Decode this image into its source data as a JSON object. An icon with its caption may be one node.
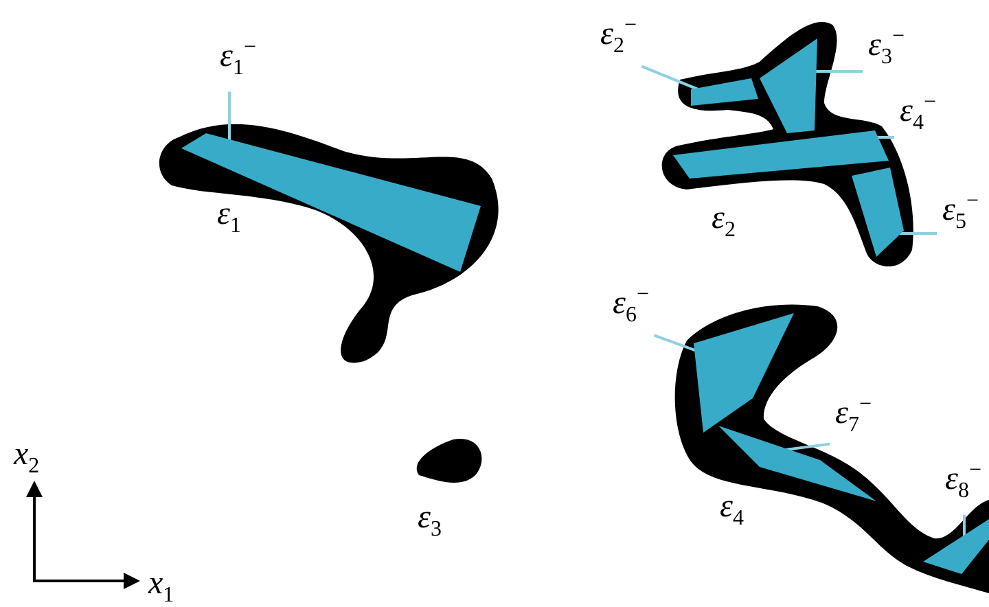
{
  "diagram": {
    "nodes": [
      {
        "text": [
          "ε$_{1}$$^{−}$"
        ]
      },
      {
        "text": [],
        "shape": "polygon"
      },
      {
        "text": [
          "ε$_{2}$$^{−}$"
        ]
      },
      {
        "text": [],
        "shape": "polygon"
      },
      {
        "text": [
          "ε$_{3}$$^{−}$"
        ]
      },
      {
        "text": [],
        "shape": "polygon"
      },
      {
        "text": [
          "ε$_{4}$$^{−}$"
        ]
      },
      {
        "text": [],
        "shape": "polygon"
      },
      {
        "text": [
          "ε$_{5}$$^{−}$"
        ]
      },
      {
        "text": [],
        "shape": "polygon"
      },
      {
        "text": [
          "ε$_{6}$$^{−}$"
        ]
      },
      {
        "text": [],
        "shape": "polygon"
      },
      {
        "text": [
          "ε$_{7}$$^{−}$"
        ]
      },
      {
        "text": [],
        "shape": "polygon"
      },
      {
        "text": [
          "ε$_{8}$$^{−}$"
        ]
      },
      {
        "text": [],
        "shape": "polygon"
      }
    ],
    "edges": [
      {
        "from": 0,
        "to": 1,
        "arrow": "none"
      },
      {
        "from": 2,
        "to": 3,
        "arrow": "none"
      },
      {
        "from": 4,
        "to": 5,
        "arrow": "none"
      },
      {
        "from": 6,
        "to": 7,
        "arrow": "none"
      },
      {
        "from": 8,
        "to": 9,
        "arrow": "none"
      },
      {
        "from": 10,
        "to": 11,
        "arrow": "none"
      },
      {
        "from": 12,
        "to": 13,
        "arrow": "none"
      },
      {
        "from": 14,
        "to": 15,
        "arrow": "none"
      }
    ],
    "labels": [
      "ε$_{1}$",
      "ε$_{2}$",
      "x$_{2}$",
      "ε$_{4}$",
      "ε$_{3}$",
      "x$_{1}$"
    ]
  }
}
